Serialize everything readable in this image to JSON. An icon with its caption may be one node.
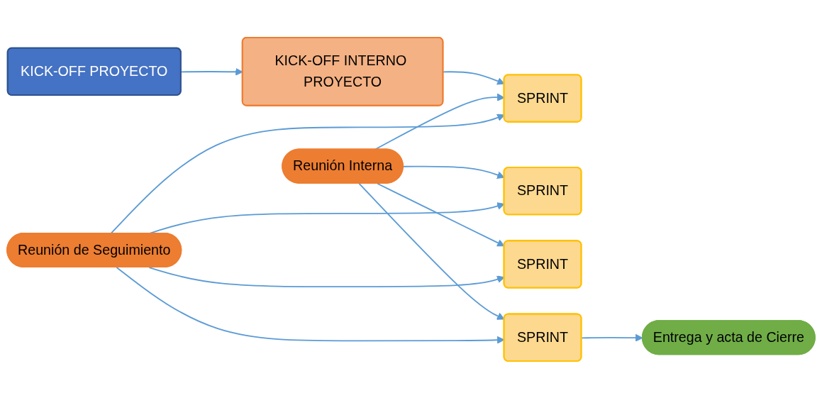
{
  "diagram": {
    "nodes": [
      {
        "text": [
          "KICK-OFF PROYECTO"
        ]
      },
      {
        "text": [
          "KICK-OFF INTERNO PROYECTO"
        ]
      },
      {
        "text": [
          "SPRINT"
        ]
      },
      {
        "text": [
          "SPRINT"
        ]
      },
      {
        "text": [
          "SPRINT"
        ]
      },
      {
        "text": [
          "SPRINT"
        ]
      },
      {
        "text": [
          "Reunión Interna"
        ]
      },
      {
        "text": [
          "Reunión de Seguimiento"
        ]
      },
      {
        "text": [
          "Entrega y acta de Cierre"
        ]
      }
    ],
    "edges": [
      {
        "from": 0,
        "to": 1,
        "arrow": "to"
      },
      {
        "from": 1,
        "to": 2,
        "arrow": "to"
      },
      {
        "from": 6,
        "to": 2,
        "arrow": "to"
      },
      {
        "from": 6,
        "to": 3,
        "arrow": "to"
      },
      {
        "from": 6,
        "to": 4,
        "arrow": "to"
      },
      {
        "from": 6,
        "to": 5,
        "arrow": "to"
      },
      {
        "from": 7,
        "to": 2,
        "arrow": "to"
      },
      {
        "from": 7,
        "to": 3,
        "arrow": "to"
      },
      {
        "from": 7,
        "to": 4,
        "arrow": "to"
      },
      {
        "from": 7,
        "to": 5,
        "arrow": "to"
      },
      {
        "from": 5,
        "to": 8,
        "arrow": "to"
      }
    ]
  }
}
